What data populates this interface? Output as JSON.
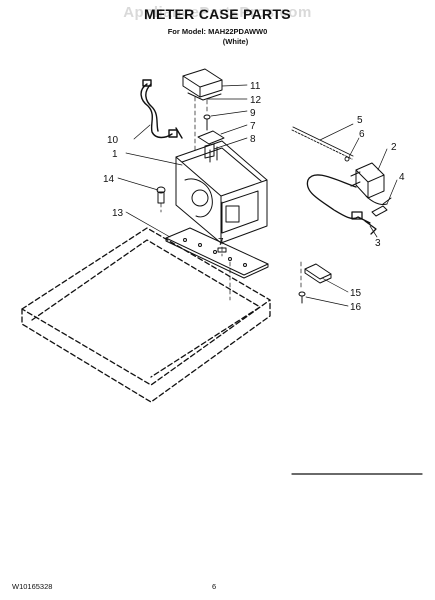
{
  "header": {
    "title": "METER CASE PARTS",
    "model_line": "For Model: MAH22PDAWW0",
    "color_line": "(White)",
    "watermark": "AppliancePartsPros.com"
  },
  "callouts": {
    "c1": "1",
    "c2": "2",
    "c3": "3",
    "c4": "4",
    "c5": "5",
    "c6": "6",
    "c7a": "7",
    "c7b": "7",
    "c8": "8",
    "c9": "9",
    "c10": "10",
    "c11": "11",
    "c12": "12",
    "c13": "13",
    "c14": "14",
    "c15": "15",
    "c16": "16"
  },
  "footer": {
    "doc_number": "W10165328",
    "page_number": "6"
  }
}
